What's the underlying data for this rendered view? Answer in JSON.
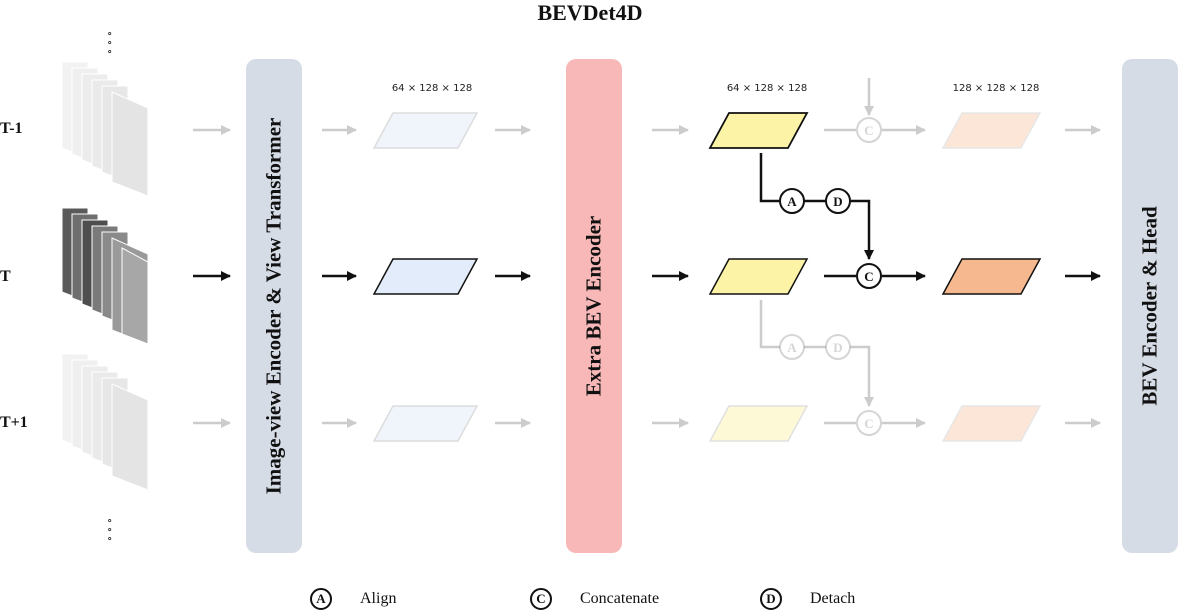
{
  "title": "BEVDet4D",
  "row_labels": [
    "T-1",
    "T",
    "T+1"
  ],
  "blocks": {
    "encoder": "Image-view Encoder & View Transformer",
    "extra": "Extra BEV Encoder",
    "head": "BEV Encoder & Head"
  },
  "dims": {
    "first": "64 × 128 × 128",
    "second": "64 × 128 × 128",
    "third": "128 × 128 × 128"
  },
  "ops": {
    "align": "A",
    "detach": "D",
    "concat": "C"
  },
  "legend": [
    {
      "symbol": "A",
      "label": "Align"
    },
    {
      "symbol": "C",
      "label": "Concatenate"
    },
    {
      "symbol": "D",
      "label": "Detach"
    }
  ],
  "colors": {
    "encoder_bar": "#d6dce5",
    "extra_bar": "#f9b8b8",
    "head_bar": "#d6dce5",
    "feature_blue": "#e3ecfa",
    "feature_yellow": "#fcf3a7",
    "feature_orange": "#f6b98f",
    "arrow_active": "#111111",
    "arrow_faded": "#cccccc"
  }
}
